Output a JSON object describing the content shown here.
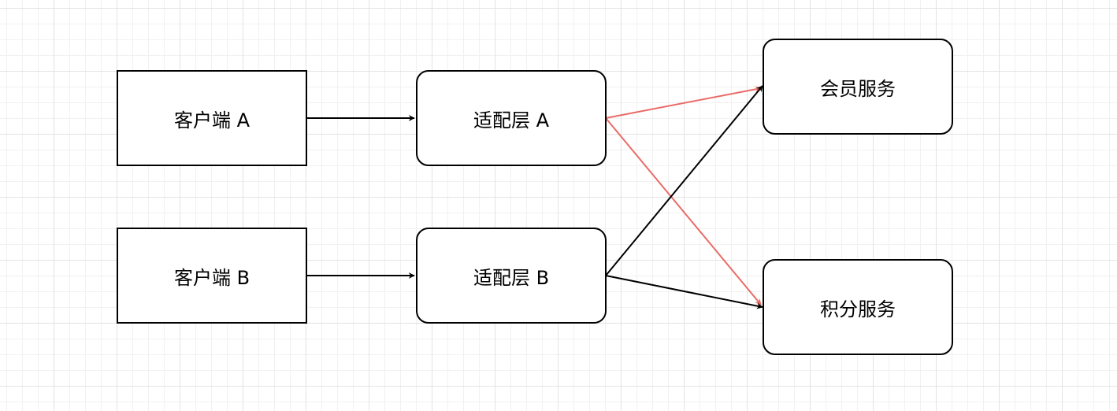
{
  "nodes": {
    "client_a": "客户端 A",
    "client_b": "客户端 B",
    "adapter_a": "适配层 A",
    "adapter_b": "适配层 B",
    "member_service": "会员服务",
    "points_service": "积分服务"
  },
  "colors": {
    "edge_default": "#000000",
    "edge_highlight": "#ea6b66",
    "grid": "#e3e3e3"
  }
}
